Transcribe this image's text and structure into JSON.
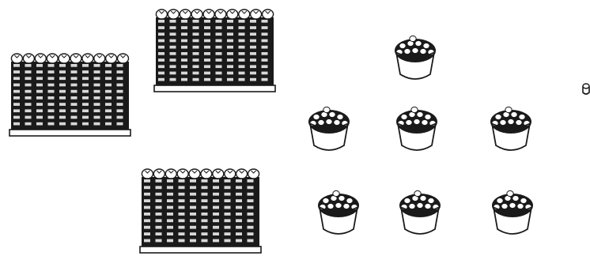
{
  "diagram": {
    "hundreds_count": 3,
    "tens_count": 7,
    "ones_count": 1,
    "hundred_tray": {
      "rows": 10,
      "cols": 10
    },
    "ten_basket": {
      "items": 10
    },
    "colors": {
      "ink": "#1a1a1a",
      "paper": "#ffffff"
    },
    "icons": {
      "hundred": "hundred-tray-icon",
      "ten": "ten-basket-icon",
      "one": "single-egg-icon"
    }
  }
}
